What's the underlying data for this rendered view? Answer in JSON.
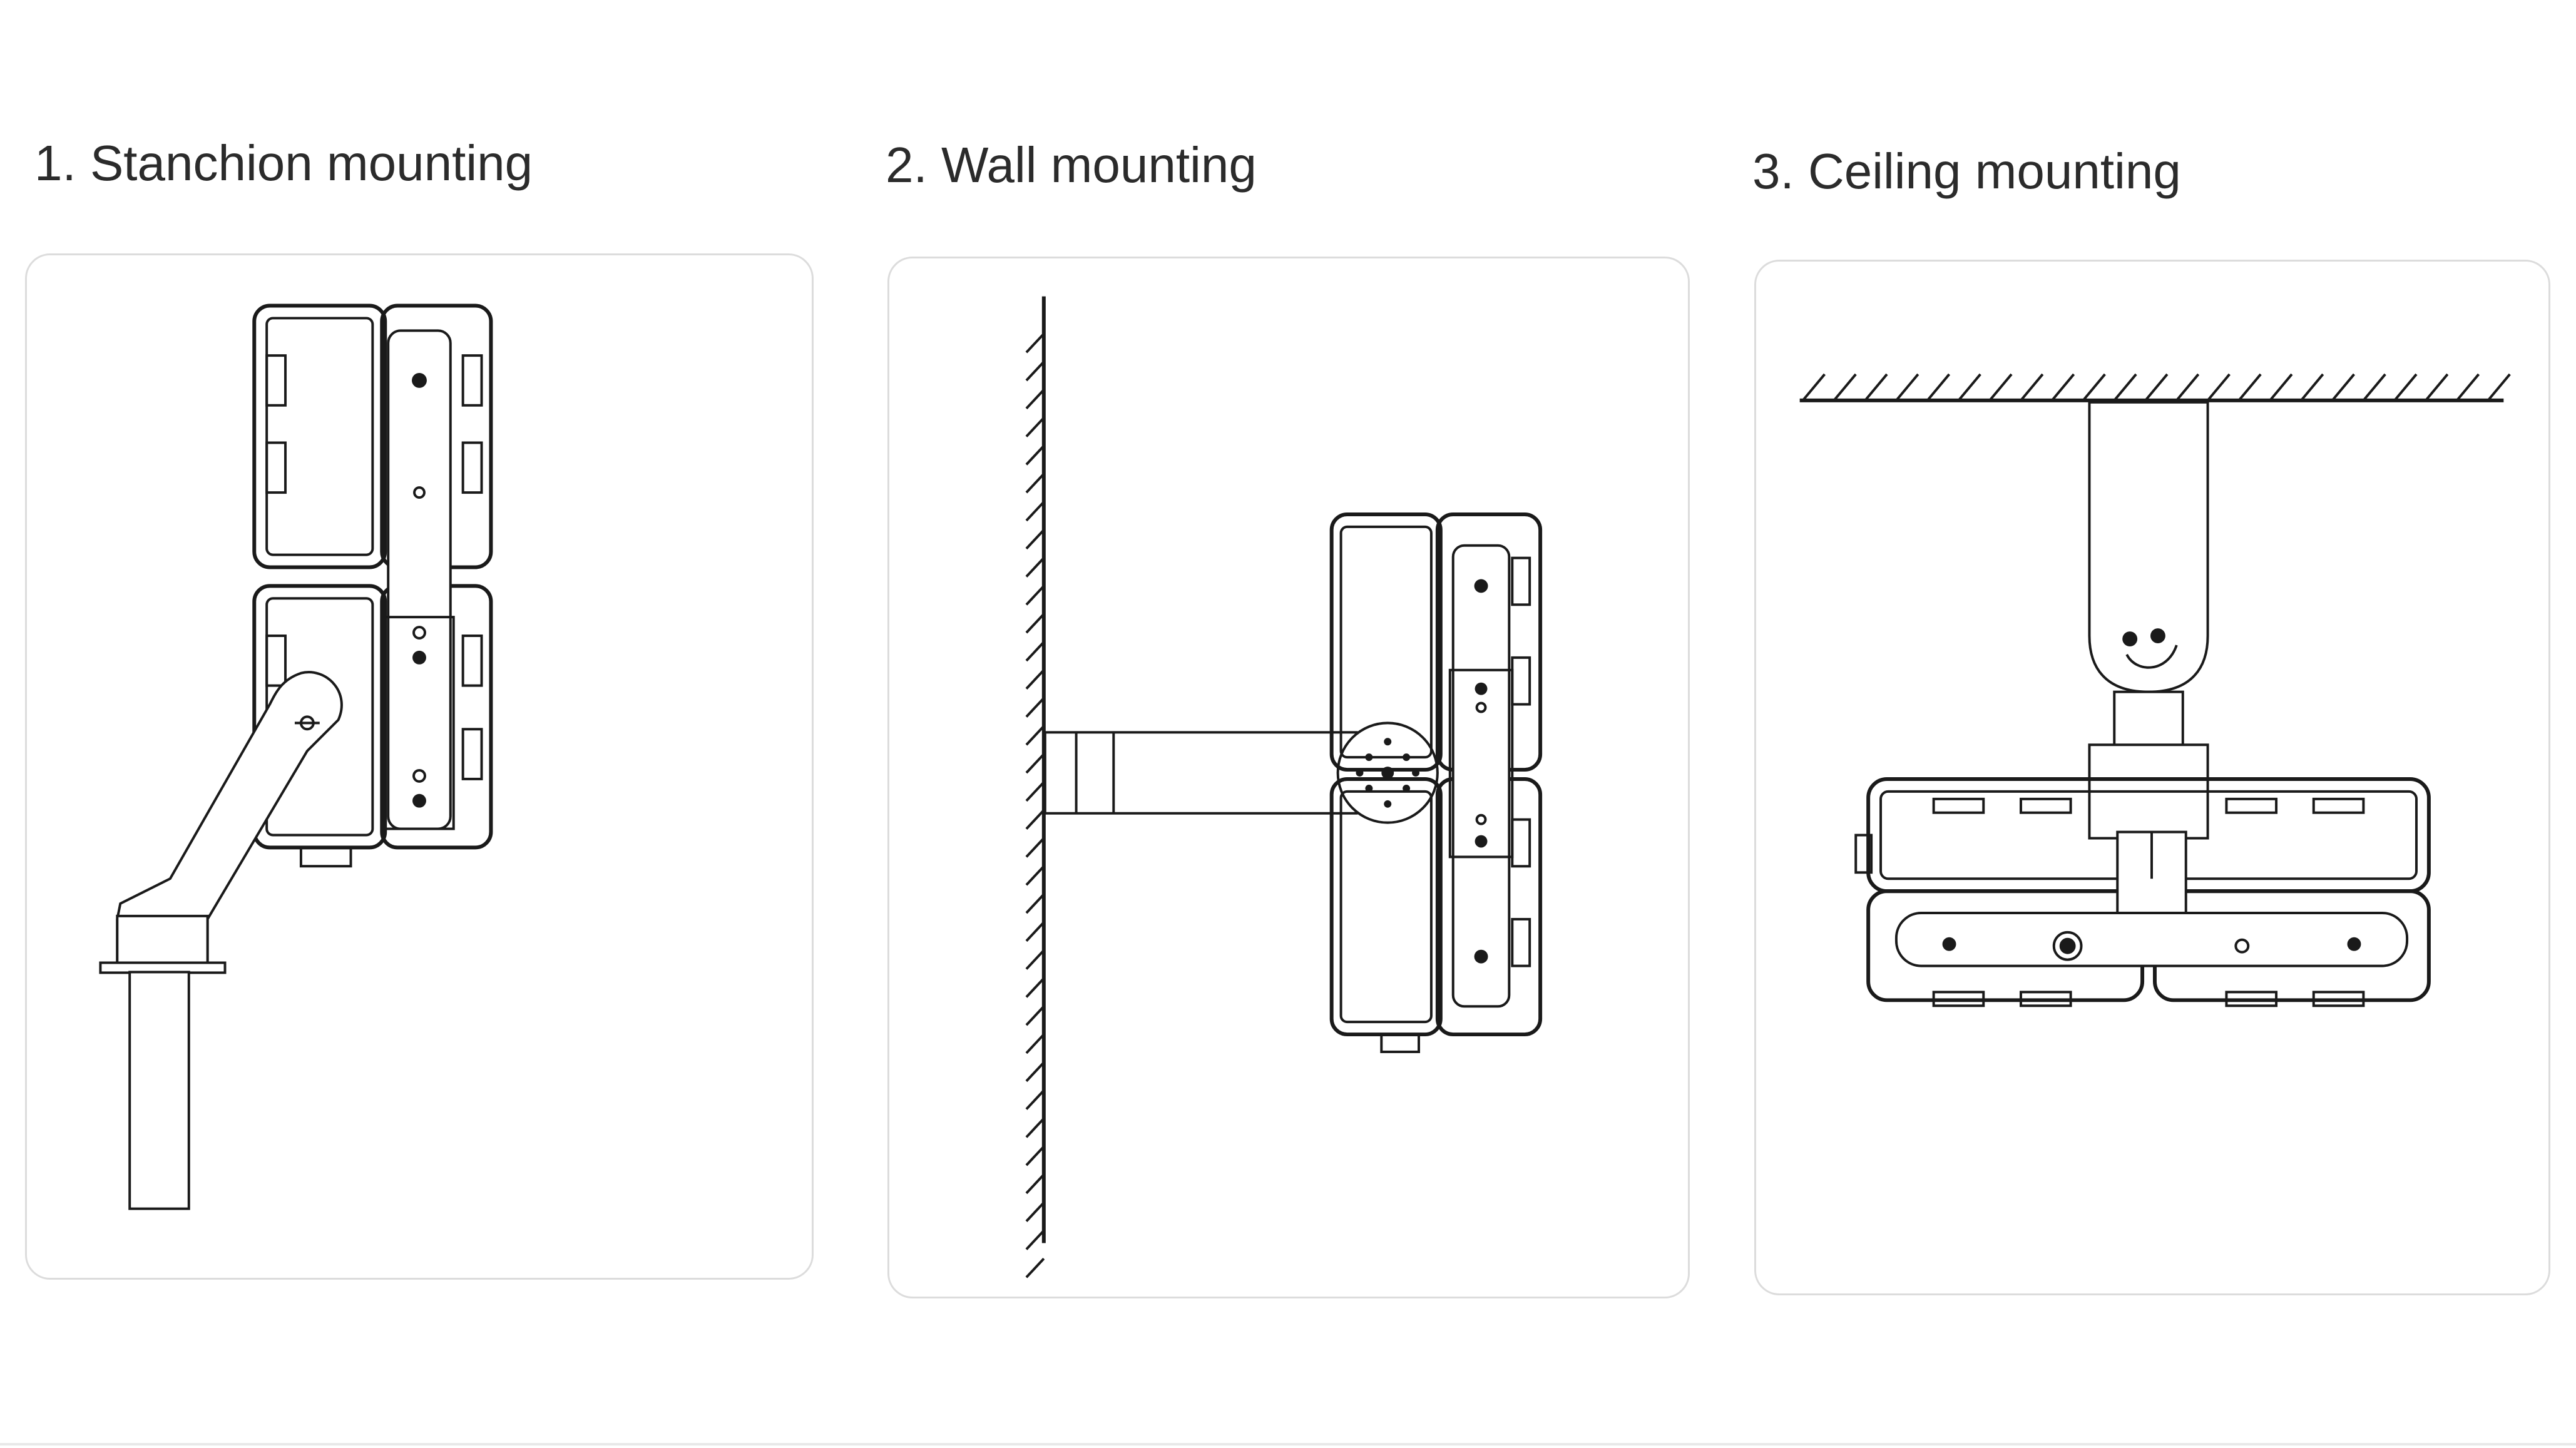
{
  "sections": [
    {
      "title": "1. Stanchion mounting"
    },
    {
      "title": "2. Wall mounting"
    },
    {
      "title": "3. Ceiling mounting"
    }
  ]
}
